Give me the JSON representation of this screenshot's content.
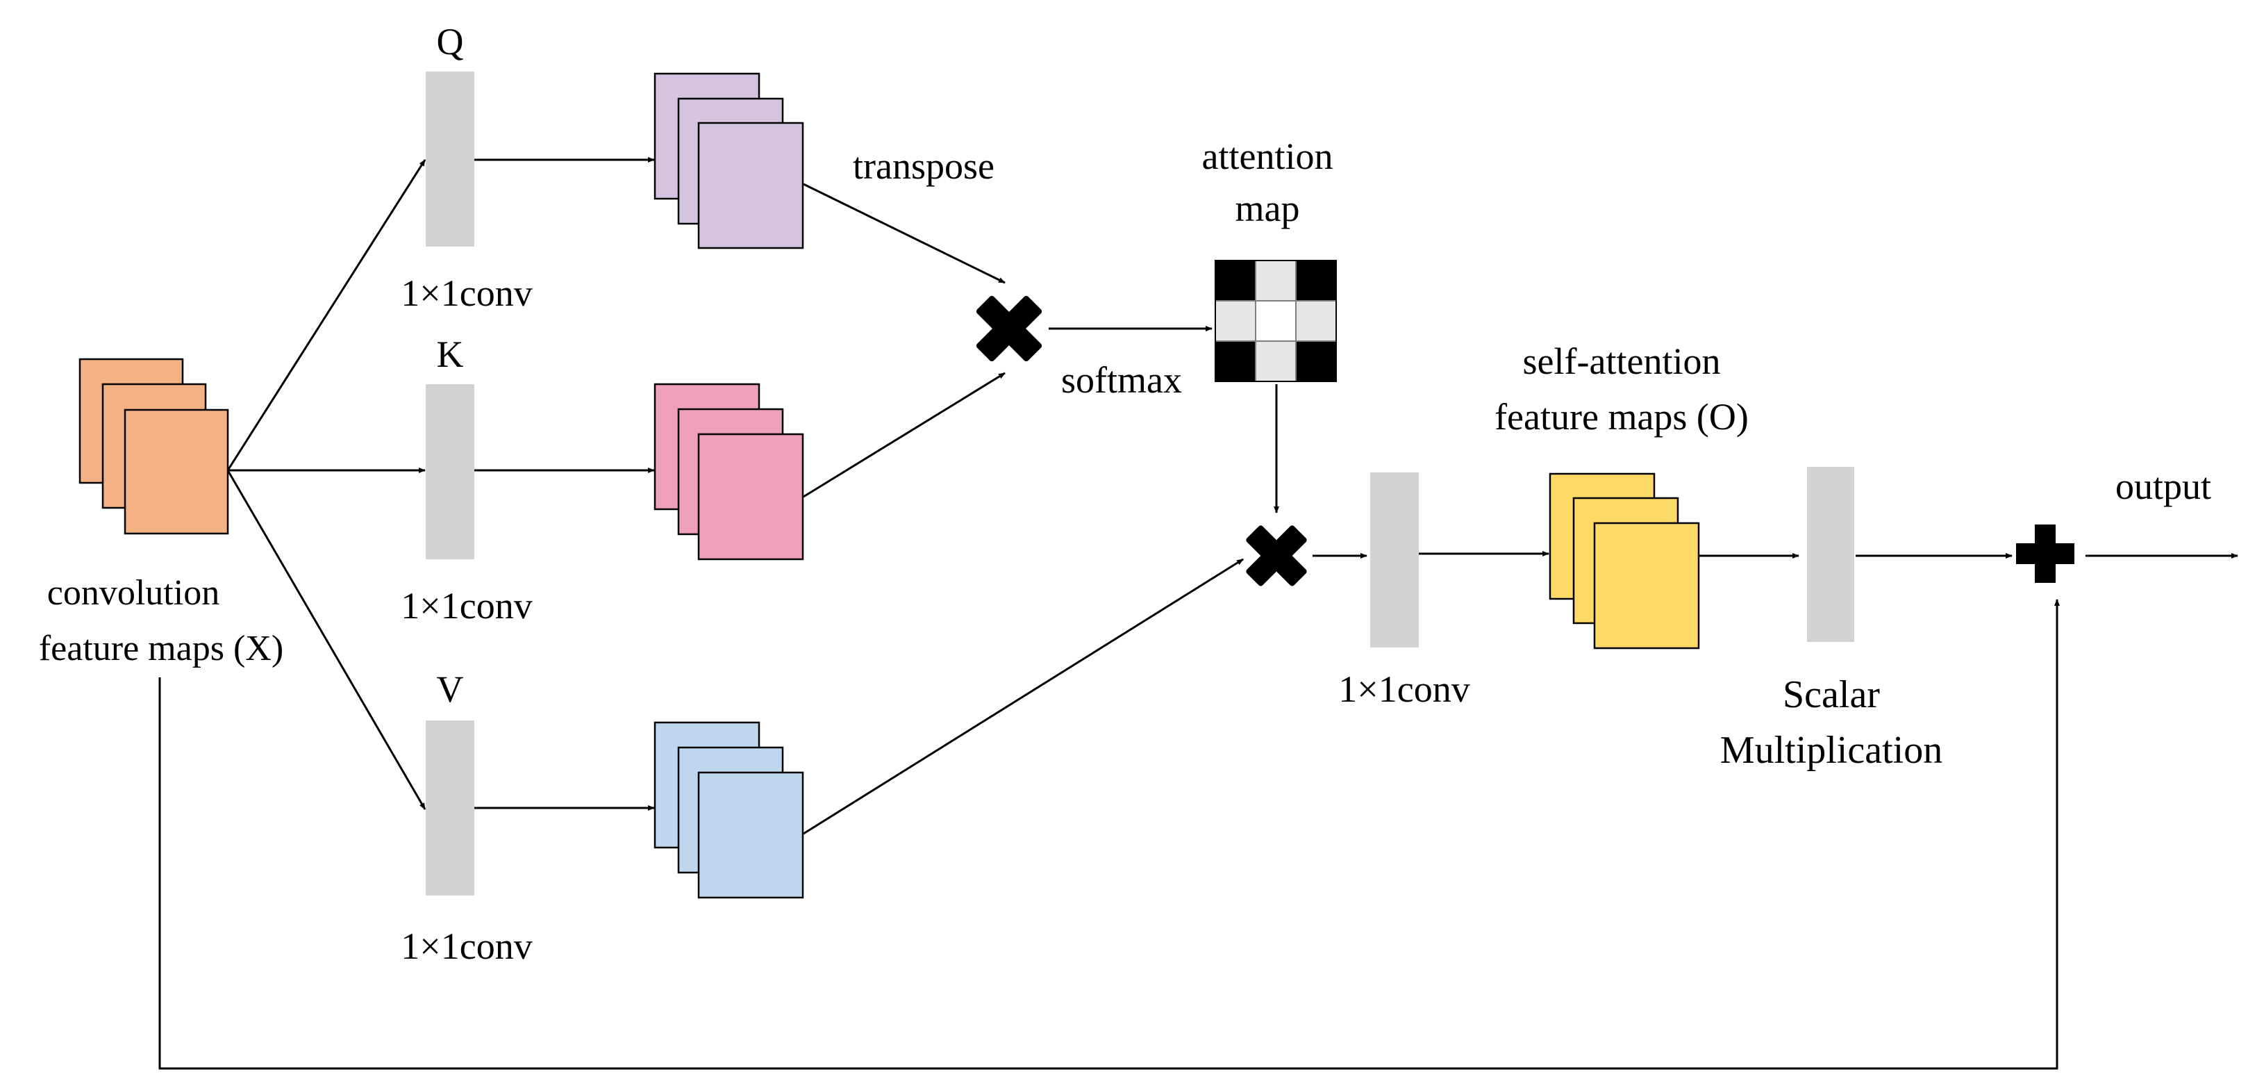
{
  "labels": {
    "q": "Q",
    "k": "K",
    "v": "V",
    "conv_q": "1×1conv",
    "conv_k": "1×1conv",
    "conv_v": "1×1conv",
    "conv_o": "1×1conv",
    "input_line1": "convolution",
    "input_line2": "feature maps (X)",
    "transpose": "transpose",
    "softmax": "softmax",
    "attention_line1": "attention",
    "attention_line2": "map",
    "self_attention_line1": "self-attention",
    "self_attention_line2": "feature maps (O)",
    "scalar_line1": "Scalar",
    "scalar_line2": "Multiplication",
    "output": "output"
  },
  "colors": {
    "input_maps": "#f4b183",
    "query_maps": "#d5c3df",
    "key_maps": "#eea0b9",
    "value_maps": "#bdd7ee",
    "output_maps": "#ffd966",
    "conv_block": "#d3d3d3",
    "attention_dark": "#000000",
    "attention_light": "#e6e6e6",
    "attention_center": "#ffffff"
  },
  "attention_grid": [
    [
      "dark",
      "light",
      "dark"
    ],
    [
      "light",
      "center",
      "light"
    ],
    [
      "dark",
      "light",
      "dark"
    ]
  ],
  "icons": {
    "multiply_1": "multiply-icon",
    "multiply_2": "multiply-icon",
    "add": "plus-icon"
  }
}
